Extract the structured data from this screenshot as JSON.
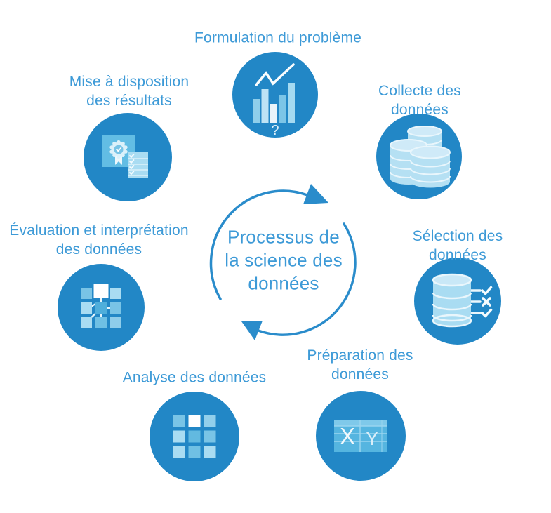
{
  "diagram": {
    "title": "Processus de\nla science des\ndonnées",
    "steps": [
      {
        "id": "formulation",
        "label": "Formulation du problème",
        "icon": "bar-chart-trend-question-icon"
      },
      {
        "id": "collecte",
        "label": "Collecte des données",
        "icon": "coin-stacks-icon"
      },
      {
        "id": "selection",
        "label": "Sélection des données",
        "icon": "database-check-cross-icon"
      },
      {
        "id": "preparation",
        "label": "Préparation des\ndonnées",
        "icon": "xy-table-icon"
      },
      {
        "id": "analyse",
        "label": "Analyse des données",
        "icon": "grid-squares-icon"
      },
      {
        "id": "evaluation",
        "label": "Évaluation et interprétation\ndes données",
        "icon": "connected-squares-icon"
      },
      {
        "id": "mise",
        "label": "Mise à disposition\ndes résultats",
        "icon": "certificate-checklist-icon"
      }
    ],
    "icon_glyphs": {
      "question_mark": "?",
      "x": "X",
      "y": "Y"
    },
    "colors": {
      "circle_fill": "#2287C6",
      "label_text": "#3D9AD7",
      "arrow": "#2A8CCB",
      "icon_light": "#A9DCF2",
      "icon_medium": "#6FC0E3",
      "icon_white": "#FFFFFF",
      "background": "#FFFFFF"
    }
  }
}
